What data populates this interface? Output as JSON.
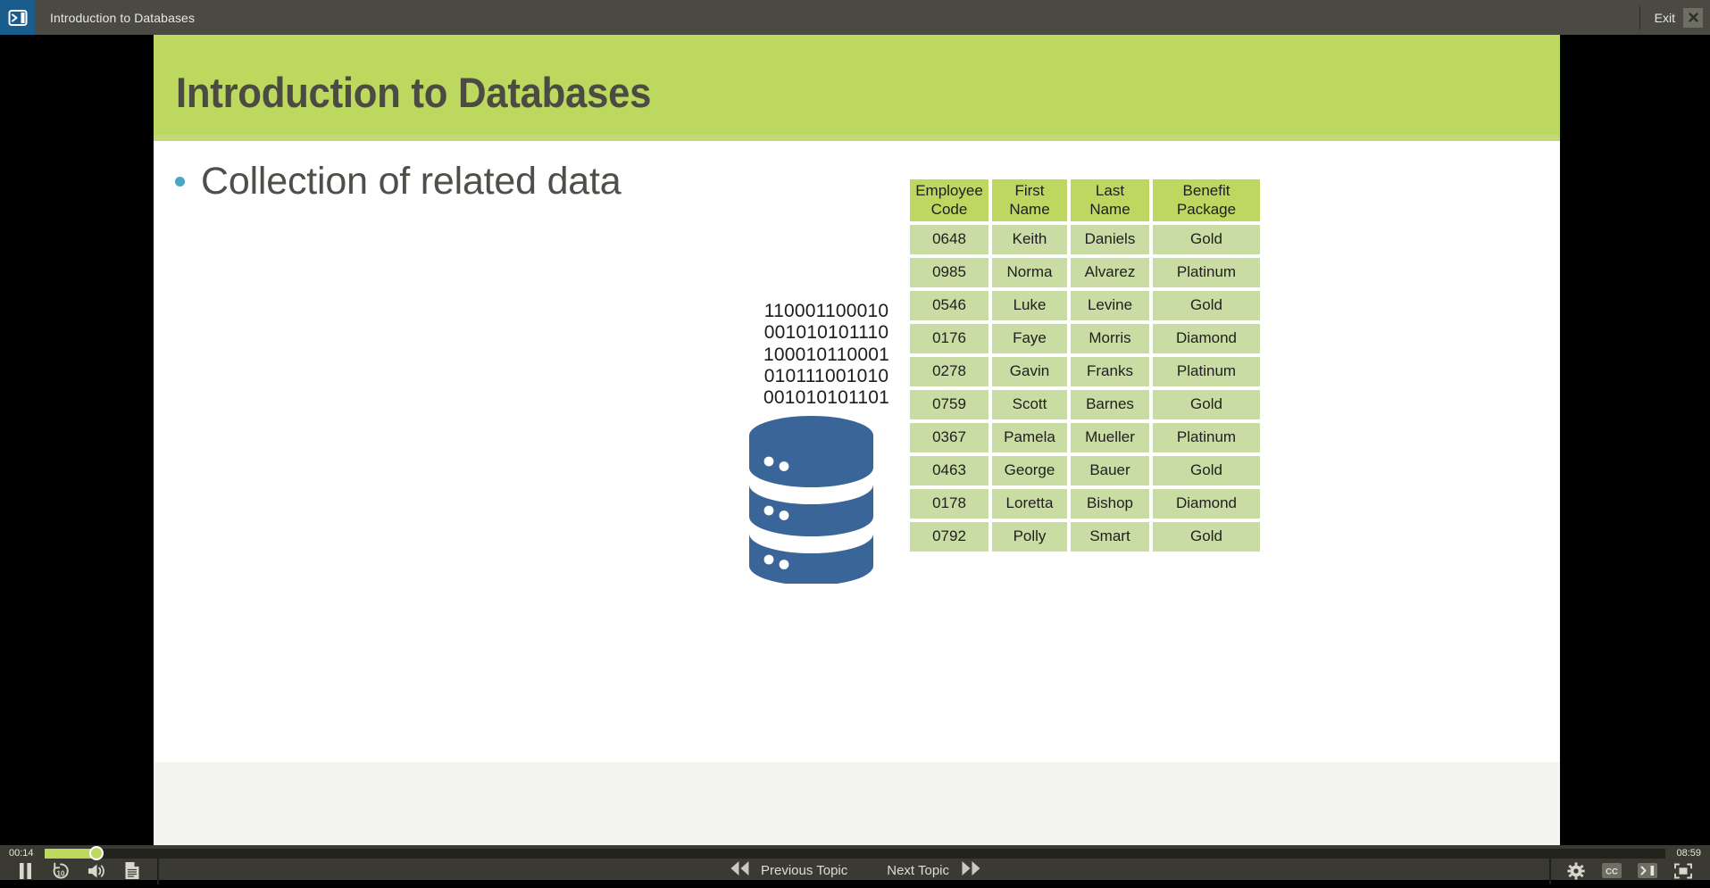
{
  "topbar": {
    "logo_icon": "player-logo-icon",
    "title": "Introduction to Databases",
    "exit_label": "Exit",
    "close_icon": "close-x-icon"
  },
  "slide": {
    "title": "Introduction to Databases",
    "bullets": [
      "Collection of related data"
    ],
    "binary_lines": [
      "110001100010",
      "001010101110",
      "100010110001",
      "010111001010",
      "001010101101"
    ],
    "database_icon": "database-cylinder-icon",
    "table": {
      "headers": [
        "Employee Code",
        "First Name",
        "Last Name",
        "Benefit Package"
      ],
      "header_lines": [
        [
          "Employee",
          "Code"
        ],
        [
          "First",
          "Name"
        ],
        [
          "Last",
          "Name"
        ],
        [
          "Benefit",
          "Package"
        ]
      ],
      "rows": [
        [
          "0648",
          "Keith",
          "Daniels",
          "Gold"
        ],
        [
          "0985",
          "Norma",
          "Alvarez",
          "Platinum"
        ],
        [
          "0546",
          "Luke",
          "Levine",
          "Gold"
        ],
        [
          "0176",
          "Faye",
          "Morris",
          "Diamond"
        ],
        [
          "0278",
          "Gavin",
          "Franks",
          "Platinum"
        ],
        [
          "0759",
          "Scott",
          "Barnes",
          "Gold"
        ],
        [
          "0367",
          "Pamela",
          "Mueller",
          "Platinum"
        ],
        [
          "0463",
          "George",
          "Bauer",
          "Gold"
        ],
        [
          "0178",
          "Loretta",
          "Bishop",
          "Diamond"
        ],
        [
          "0792",
          "Polly",
          "Smart",
          "Gold"
        ]
      ]
    }
  },
  "player": {
    "time_current": "00:14",
    "time_total": "08:59",
    "progress_percent": 3.2,
    "pause_icon": "pause-icon",
    "replay_icon": "replay-10-icon",
    "replay_seconds": "10",
    "volume_icon": "volume-icon",
    "transcript_icon": "transcript-document-icon",
    "previous_label": "Previous Topic",
    "next_label": "Next Topic",
    "previous_icon": "double-chevron-left-icon",
    "next_icon": "double-chevron-right-icon",
    "settings_icon": "gear-icon",
    "cc_icon": "closed-caption-icon",
    "cc_label": "CC",
    "sidebar_icon": "sidebar-toggle-icon",
    "fullscreen_icon": "fullscreen-icon"
  },
  "colors": {
    "title_band": "#bcd85f",
    "table_header": "#bdd760",
    "table_cell": "#c8dca4",
    "bullet_dot": "#4aa6c4",
    "db_blue": "#3a6598",
    "chrome": "#4a4a42",
    "player_bar": "#3a3a32",
    "accent_green": "#bcd85f"
  }
}
